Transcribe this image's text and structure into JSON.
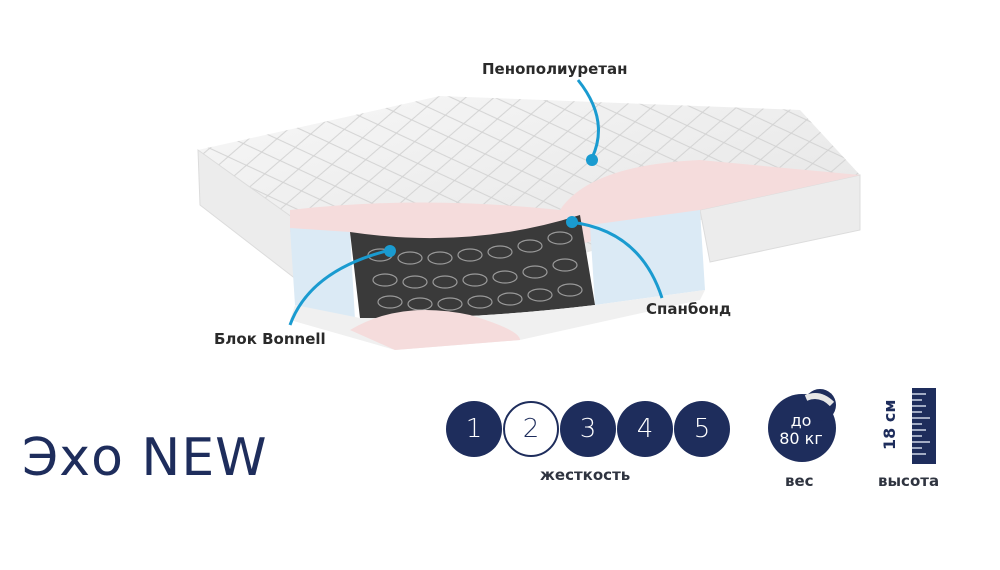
{
  "product": {
    "title": "Эхо NEW"
  },
  "layers": [
    {
      "label": "Пенополиуретан"
    },
    {
      "label": "Спанбонд"
    },
    {
      "label": "Блок Bonnell"
    }
  ],
  "stiffness": {
    "levels": [
      "1",
      "2",
      "3",
      "4",
      "5"
    ],
    "selected": "2",
    "caption": "жесткость"
  },
  "weight": {
    "line1": "до",
    "line2": "80 кг",
    "caption": "вес"
  },
  "height": {
    "value": "18 см",
    "caption": "высота"
  },
  "colors": {
    "brand_navy": "#1e2d5c",
    "callout_blue": "#1a9bd0",
    "foam_pink": "#f5dcdc",
    "spunbond_blue": "#dbeaf5"
  }
}
